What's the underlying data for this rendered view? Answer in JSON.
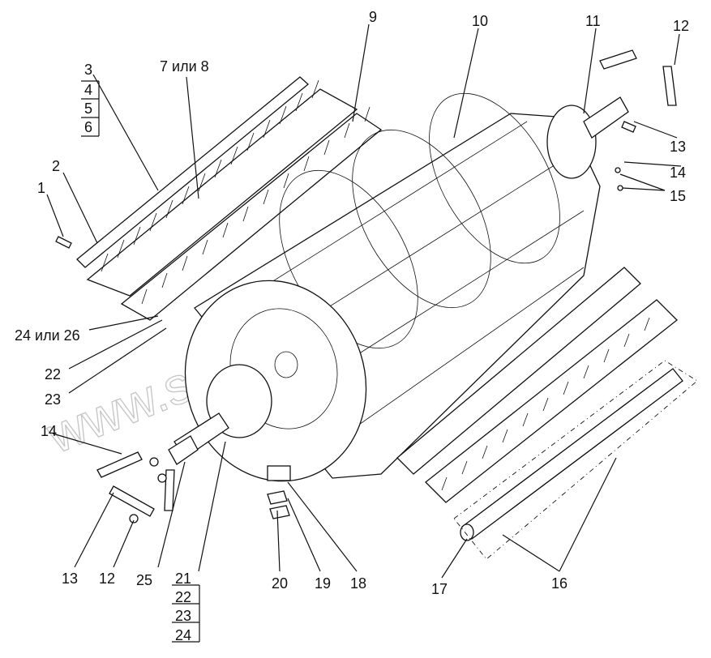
{
  "watermark": "www.selhoz-parts.kz",
  "labels": {
    "l1": "1",
    "l2": "2",
    "l3": "3",
    "l4": "4",
    "l5": "5",
    "l6": "6",
    "l7": "7 или 8",
    "l9": "9",
    "l10": "10",
    "l11": "11",
    "l12a": "12",
    "l13a": "13",
    "l14a": "14",
    "l15": "15",
    "l24or26": "24 или 26",
    "l22a": "22",
    "l23a": "23",
    "l14b": "14",
    "l13b": "13",
    "l12b": "12",
    "l25": "25",
    "l21": "21",
    "l22b": "22",
    "l23b": "23",
    "l24": "24",
    "l20": "20",
    "l19": "19",
    "l18": "18",
    "l17": "17",
    "l16": "16"
  }
}
